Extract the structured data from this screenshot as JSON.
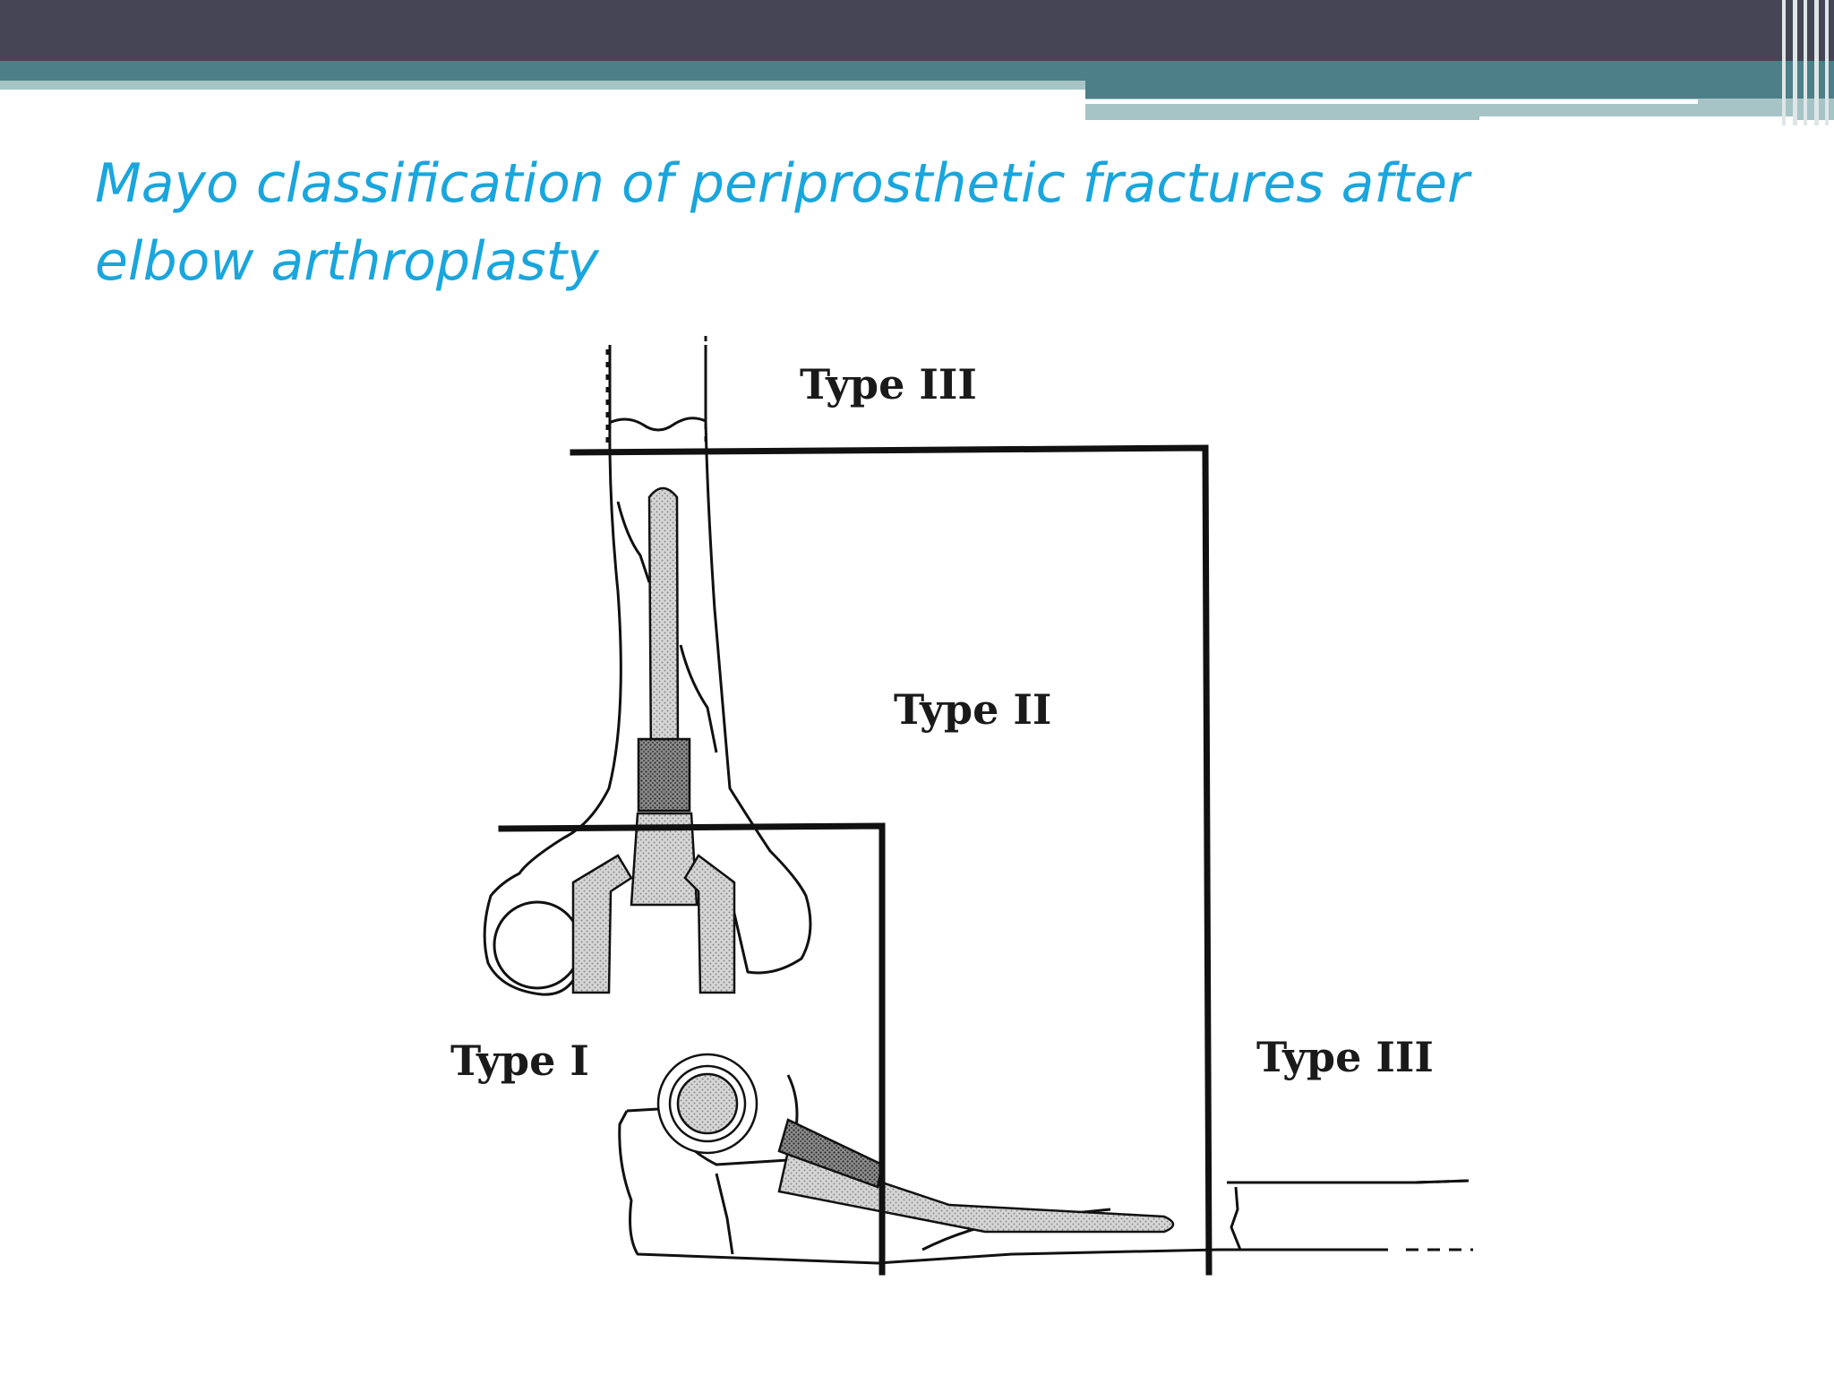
{
  "slide": {
    "title": "Mayo classification of periprosthetic fractures after\nelbow arthroplasty"
  },
  "diagram": {
    "labels": {
      "type_iii_top": "Type III",
      "type_ii": "Type II",
      "type_i": "Type I",
      "type_iii_bottom": "Type III"
    }
  },
  "theme": {
    "header_dark": "#454556",
    "header_teal": "#4c8086",
    "header_light": "#a6c4c6",
    "title_color": "#1aa6dc"
  }
}
